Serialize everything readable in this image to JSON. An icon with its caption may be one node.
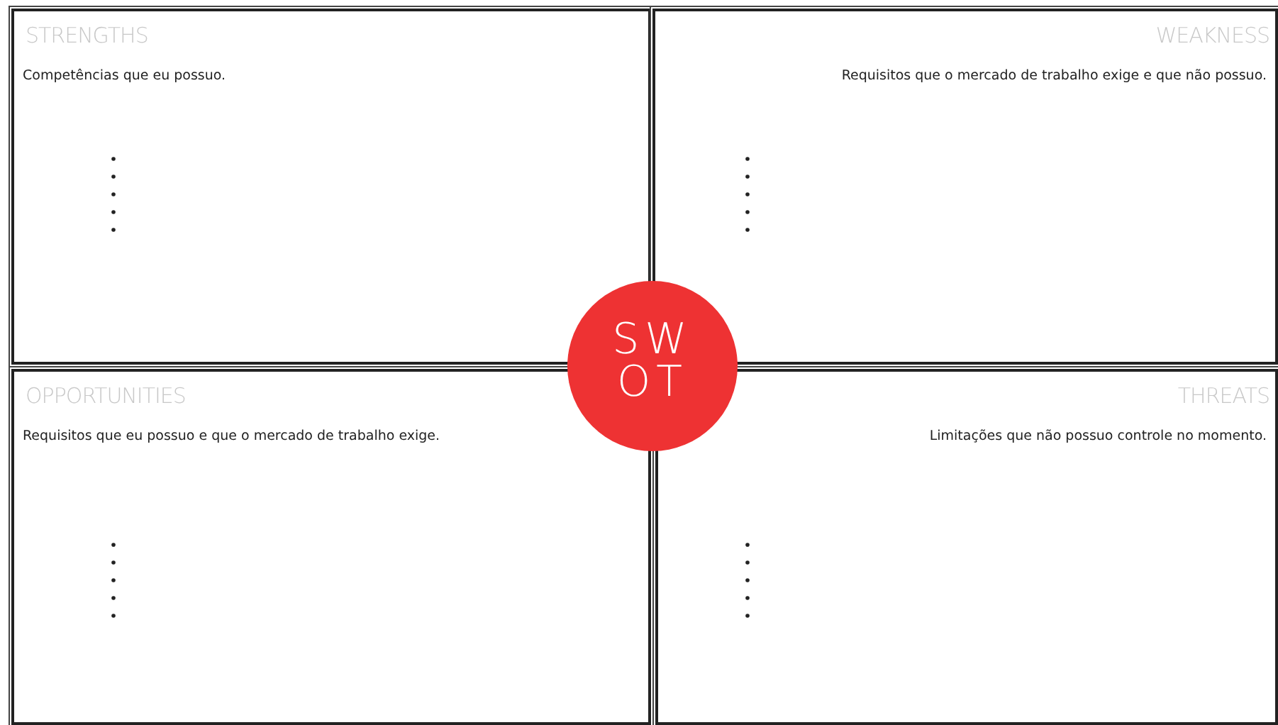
{
  "diagram": {
    "nodes": [
      {
        "text": [
          "STRENGTHS",
          "Competências que eu possuo."
        ]
      },
      {
        "text": [
          "WEAKNESS",
          "Requisitos que o mercado de trabalho exige e que não possuo."
        ]
      },
      {
        "text": [
          "OPPORTUNITIES",
          "Requisitos que eu possuo e que o mercado de trabalho exige."
        ]
      },
      {
        "text": [
          "THREATS",
          "Limitações que não possuo controle no momento."
        ]
      },
      {
        "text": [
          "SW",
          "OT"
        ]
      }
    ]
  }
}
